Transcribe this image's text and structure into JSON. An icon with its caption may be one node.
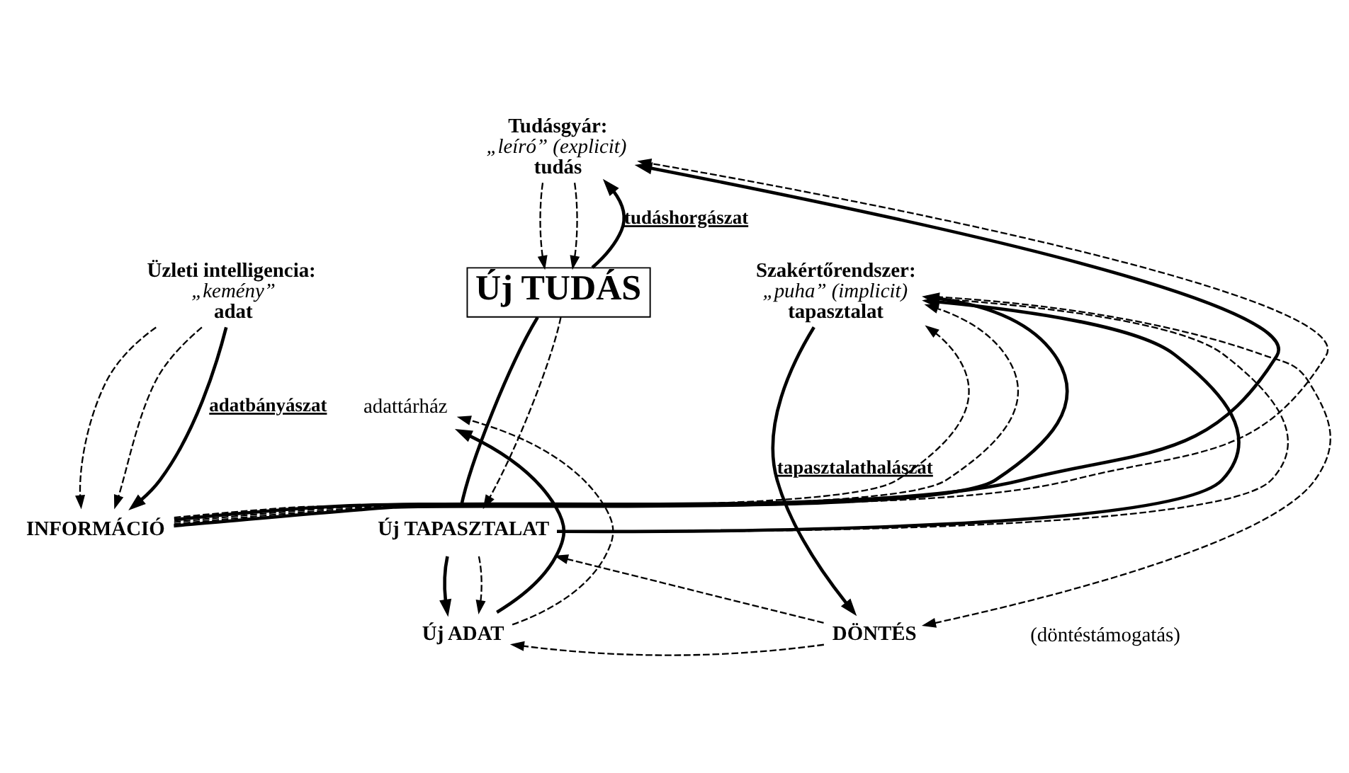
{
  "diagram": {
    "nodes": [
      {
        "text": [
          "Üzleti intelligencia:",
          "„kemény”",
          "adat"
        ]
      },
      {
        "text": [
          "Tudásgyár:",
          "„leíró” (explicit)",
          "tudás"
        ]
      },
      {
        "text": [
          "Szakértőrendszer:",
          "„puha” (implicit)",
          "tapasztalat"
        ]
      },
      {
        "text": [
          "INFORMÁCIÓ"
        ]
      },
      {
        "text": [
          "adattárház"
        ]
      },
      {
        "text": [
          "Új TUDÁS"
        ]
      },
      {
        "text": [
          "Új TAPASZTALAT"
        ]
      },
      {
        "text": [
          "Új ADAT"
        ]
      },
      {
        "text": [
          "DÖNTÉS"
        ]
      }
    ],
    "edges": [
      {
        "from": 0,
        "to": 3,
        "arrow": "to",
        "style": "dashed"
      },
      {
        "from": 0,
        "to": 3,
        "arrow": "to",
        "style": "dashed"
      },
      {
        "from": 0,
        "to": 3,
        "arrow": "to",
        "label": "adatbányászat"
      },
      {
        "from": 3,
        "to": 1,
        "arrow": "to"
      },
      {
        "from": 3,
        "to": 1,
        "arrow": "to",
        "style": "dashed"
      },
      {
        "from": 3,
        "to": 2,
        "arrow": "to",
        "style": "dashed"
      },
      {
        "from": 3,
        "to": 2,
        "arrow": "to",
        "style": "dashed"
      },
      {
        "from": 3,
        "to": 2,
        "arrow": "to"
      },
      {
        "from": 7,
        "to": 4,
        "arrow": "to"
      },
      {
        "from": 7,
        "to": 4,
        "arrow": "to",
        "style": "dashed"
      },
      {
        "from": 1,
        "to": 5,
        "arrow": "to",
        "style": "dashed"
      },
      {
        "from": 5,
        "to": 1,
        "arrow": "to",
        "label": "tudáshorgászat"
      },
      {
        "from": 1,
        "to": 5,
        "arrow": "to",
        "style": "dashed"
      },
      {
        "from": 5,
        "to": 6,
        "arrow": "none"
      },
      {
        "from": 5,
        "to": 6,
        "arrow": "to",
        "style": "dashed"
      },
      {
        "from": 6,
        "to": 2,
        "arrow": "to"
      },
      {
        "from": 6,
        "to": 2,
        "arrow": "to",
        "style": "dashed"
      },
      {
        "from": 6,
        "to": 7,
        "arrow": "to"
      },
      {
        "from": 6,
        "to": 7,
        "arrow": "to",
        "style": "dashed"
      },
      {
        "from": 2,
        "to": 8,
        "arrow": "to",
        "style": "dashed"
      },
      {
        "from": 2,
        "to": 8,
        "arrow": "to",
        "label": "tapasztalathalászat"
      },
      {
        "from": 8,
        "to": 6,
        "arrow": "to",
        "style": "dashed"
      },
      {
        "from": 8,
        "to": 7,
        "arrow": "to",
        "style": "dashed"
      }
    ],
    "labels": [
      "(döntéstámogatás)"
    ]
  }
}
